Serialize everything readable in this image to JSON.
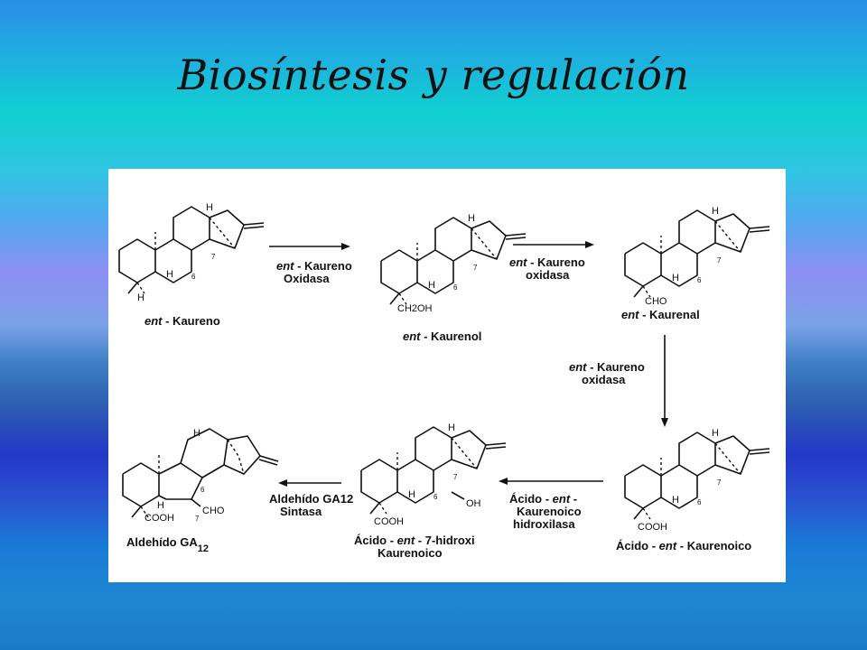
{
  "slide": {
    "title": "Biosíntesis y regulación"
  },
  "diagram": {
    "compounds": [
      {
        "name_prefix": "ent",
        "name_rest": " - Kaureno",
        "group": "H"
      },
      {
        "name_prefix": "ent",
        "name_rest": " - Kaurenol",
        "group": "CH2OH"
      },
      {
        "name_prefix": "ent",
        "name_rest": " - Kaurenal",
        "group": "CHO"
      },
      {
        "name_line1_a": "Ácido - ",
        "name_line1_prefix": "ent",
        "name_line1_b": " - Kaurenoico",
        "group": "COOH"
      },
      {
        "name_line1_a": "Ácido - ",
        "name_line1_prefix": "ent",
        "name_line1_b": " - 7-hidroxi",
        "name_line2": "Kaurenoico",
        "group": "COOH",
        "substituent": "OH"
      },
      {
        "name_main": "Aldehído GA",
        "name_sub": "12",
        "group": "COOH",
        "substituent": "CHO"
      }
    ],
    "enzymes": [
      {
        "line1_prefix": "ent",
        "line1_rest": " - Kaureno",
        "line2": "Oxidasa"
      },
      {
        "line1_prefix": "ent",
        "line1_rest": " - Kaureno",
        "line2": "oxidasa"
      },
      {
        "line1_prefix": "ent",
        "line1_rest": " - Kaureno",
        "line2": "oxidasa"
      },
      {
        "line1_a": "Ácido - ",
        "line1_prefix": "ent",
        "line1_b": " -",
        "line2": "Kaurenoico",
        "line3": "hidroxilasa"
      },
      {
        "line1": "Aldehído GA12",
        "line2": "Sintasa"
      }
    ],
    "atom_labels": {
      "h": "H",
      "c6": "6",
      "c7": "7"
    }
  }
}
